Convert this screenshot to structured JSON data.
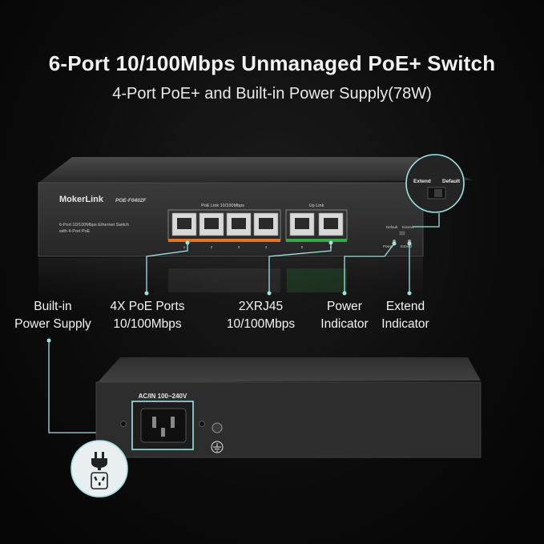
{
  "title": "6-Port 10/100Mbps Unmanaged PoE+ Switch",
  "subtitle": "4-Port  PoE+ and Built-in Power Supply(78W)",
  "device": {
    "brand": "MokerLink",
    "model": "POE-F0402F",
    "desc_line1": "6-Port 10/100Mbps Ethernet Switch",
    "desc_line2": "with 4-Port PoE",
    "poe_group_label": "PoE Link 10/100Mbps",
    "uplink_group_label": "Up Link",
    "port_numbers": [
      "1",
      "2",
      "3",
      "4",
      "5",
      "6"
    ],
    "led_default": "Default",
    "led_extend": "Extend",
    "led_power": "Power",
    "led_extend2": "Extend",
    "zoom_extend": "Extend",
    "zoom_default": "Default",
    "rear_power_label": "AC/IN 100~240V"
  },
  "callouts": {
    "power_supply": [
      "Built-in",
      "Power Supply"
    ],
    "poe_ports": [
      "4X PoE Ports",
      "10/100Mbps"
    ],
    "rj45": [
      "2XRJ45",
      "10/100Mbps"
    ],
    "power_indicator": [
      "Power",
      "Indicator"
    ],
    "extend_indicator": [
      "Extend",
      "Indicator"
    ]
  },
  "colors": {
    "accent": "#9fe3e3",
    "poe_orange": "#e0762a",
    "uplink_green": "#3aa64a"
  }
}
